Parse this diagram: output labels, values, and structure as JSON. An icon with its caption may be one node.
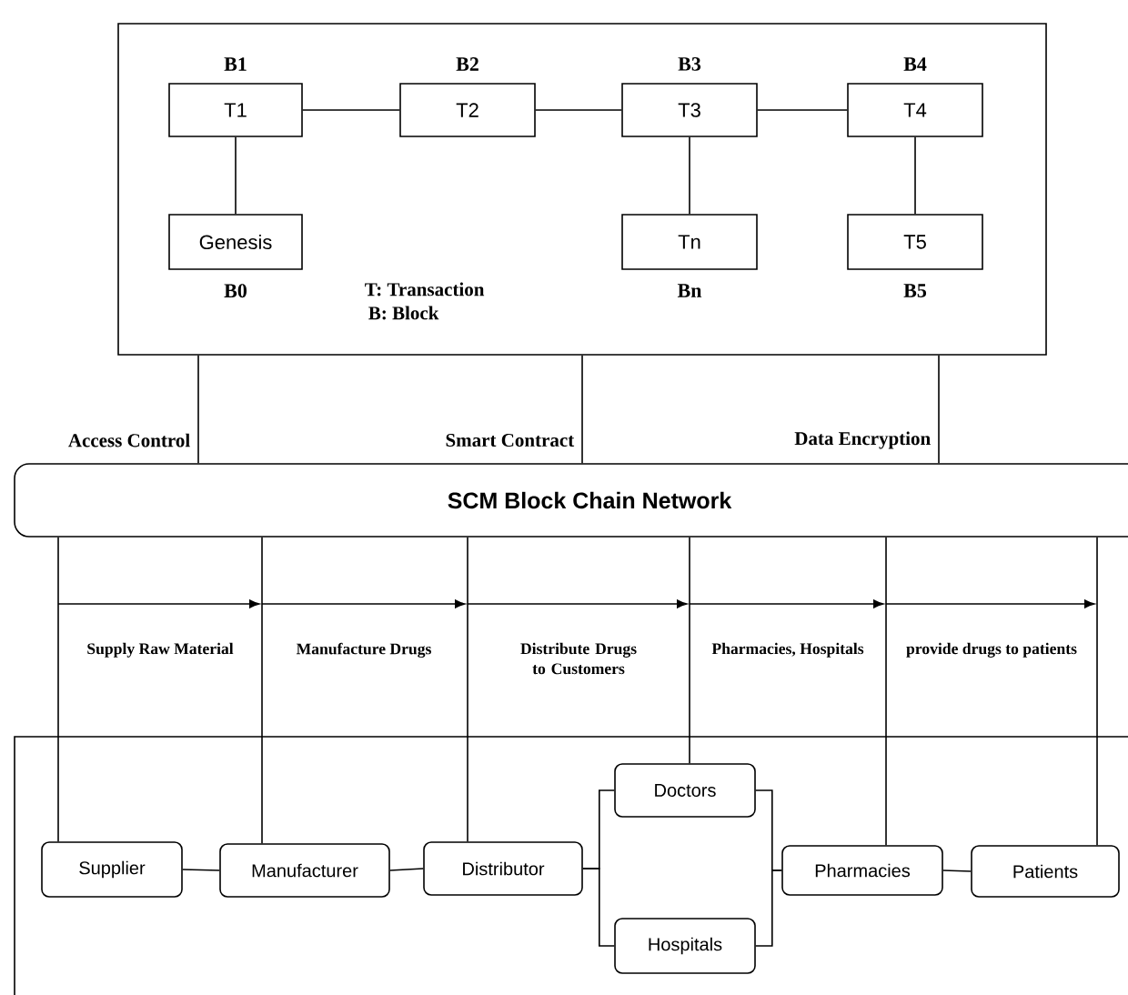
{
  "diagram": {
    "nodes": [
      {
        "text": [],
        "shape": "box"
      },
      {
        "text": [
          "T1"
        ],
        "beside": [
          "B1"
        ],
        "in": 0
      },
      {
        "text": [
          "T2"
        ],
        "beside": [
          "B2"
        ],
        "in": 0
      },
      {
        "text": [
          "T3"
        ],
        "beside": [
          "B3"
        ],
        "in": 0
      },
      {
        "text": [
          "T4"
        ],
        "beside": [
          "B4"
        ],
        "in": 0
      },
      {
        "text": [
          "Genesis"
        ],
        "beside": [
          "B0"
        ],
        "in": 0
      },
      {
        "text": [
          "Tn"
        ],
        "beside": [
          "Bn"
        ],
        "in": 0
      },
      {
        "text": [
          "T5"
        ],
        "beside": [
          "B5"
        ],
        "in": 0
      },
      {
        "text": [
          "SCM Block Chain Network"
        ]
      },
      {
        "text": [],
        "shape": "box"
      },
      {
        "text": [
          "Supplier"
        ],
        "in": 9
      },
      {
        "text": [
          "Manufacturer"
        ],
        "in": 9
      },
      {
        "text": [
          "Distributor"
        ],
        "in": 9
      },
      {
        "text": [
          "Doctors"
        ],
        "in": 9
      },
      {
        "text": [
          "Hospitals"
        ],
        "in": 9
      },
      {
        "text": [
          "Pharmacies"
        ],
        "in": 9
      },
      {
        "text": [
          "Patients"
        ],
        "in": 9
      }
    ],
    "edges": [
      {
        "from": 1,
        "to": 2,
        "arrow": "none"
      },
      {
        "from": 2,
        "to": 3,
        "arrow": "none"
      },
      {
        "from": 3,
        "to": 4,
        "arrow": "none"
      },
      {
        "from": 1,
        "to": 5,
        "arrow": "none"
      },
      {
        "from": 3,
        "to": 6,
        "arrow": "none"
      },
      {
        "from": 4,
        "to": 7,
        "arrow": "none"
      },
      {
        "from": 0,
        "to": 8,
        "arrow": "none",
        "label": "Access Control"
      },
      {
        "from": 0,
        "to": 8,
        "arrow": "none",
        "label": "Smart Contract"
      },
      {
        "from": 0,
        "to": 8,
        "arrow": "none",
        "label": "Data Encryption"
      },
      {
        "from": 8,
        "to": 10,
        "arrow": "none"
      },
      {
        "from": 8,
        "to": 11,
        "arrow": "none"
      },
      {
        "from": 8,
        "to": 12,
        "arrow": "none"
      },
      {
        "from": 8,
        "to": 13,
        "arrow": "none"
      },
      {
        "from": 8,
        "to": 15,
        "arrow": "none"
      },
      {
        "from": 8,
        "to": 16,
        "arrow": "none"
      },
      {
        "from": 10,
        "to": 11,
        "arrow": "none"
      },
      {
        "from": 11,
        "to": 12,
        "arrow": "none"
      },
      {
        "from": 12,
        "to": 13,
        "arrow": "none"
      },
      {
        "from": 12,
        "to": 14,
        "arrow": "none"
      },
      {
        "from": 13,
        "to": 15,
        "arrow": "none"
      },
      {
        "from": 14,
        "to": 15,
        "arrow": "none"
      },
      {
        "from": 15,
        "to": 16,
        "arrow": "none"
      }
    ],
    "labels": [
      "T: Transaction",
      "B: Block",
      "Supply Raw Material",
      "Manufacture Drugs",
      "Distribute Drugs to Customers",
      "Pharmacies, Hospitals",
      "provide drugs to patients"
    ]
  }
}
